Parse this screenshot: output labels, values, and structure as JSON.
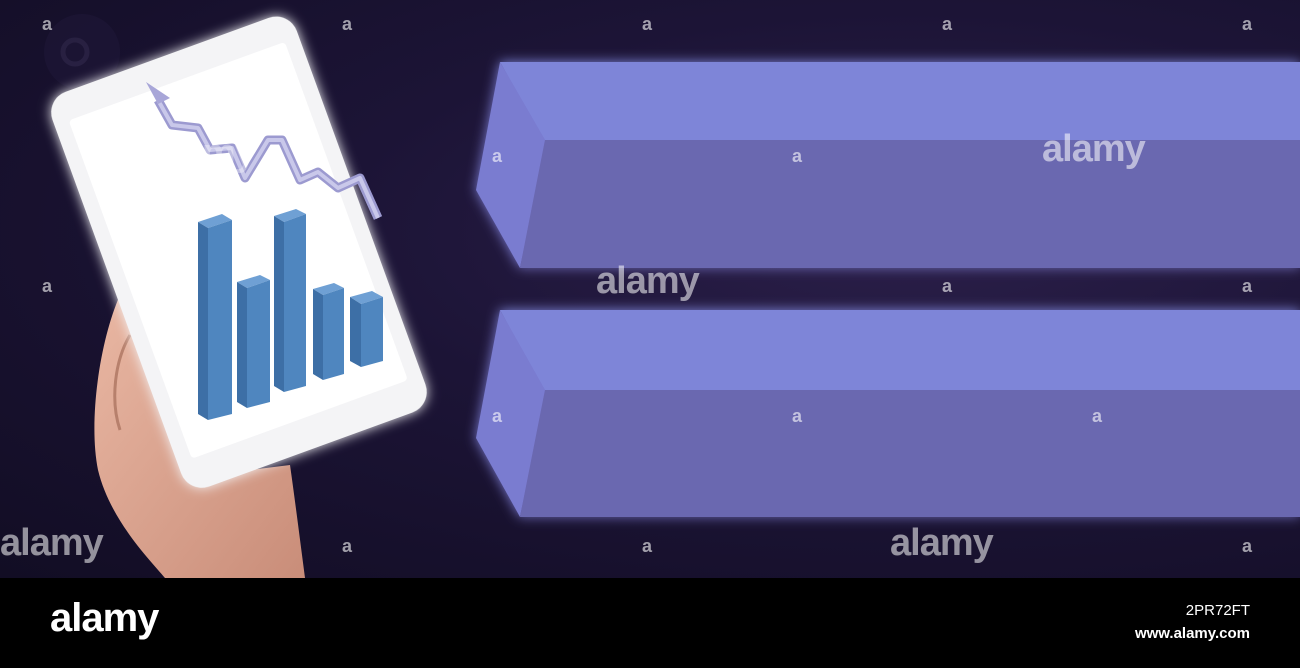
{
  "watermark": {
    "brand": "alamy",
    "mark": "a"
  },
  "footer": {
    "logo": "alamy",
    "image_id": "2PR72FT",
    "url": "www.alamy.com"
  },
  "colors": {
    "background": "#1c1436",
    "bar_face": "#6b68b0",
    "bar_top": "#7e85d8",
    "chart_bars": "#4f86bf"
  },
  "icons": [
    "gear-icon",
    "trend-arrow-icon"
  ]
}
